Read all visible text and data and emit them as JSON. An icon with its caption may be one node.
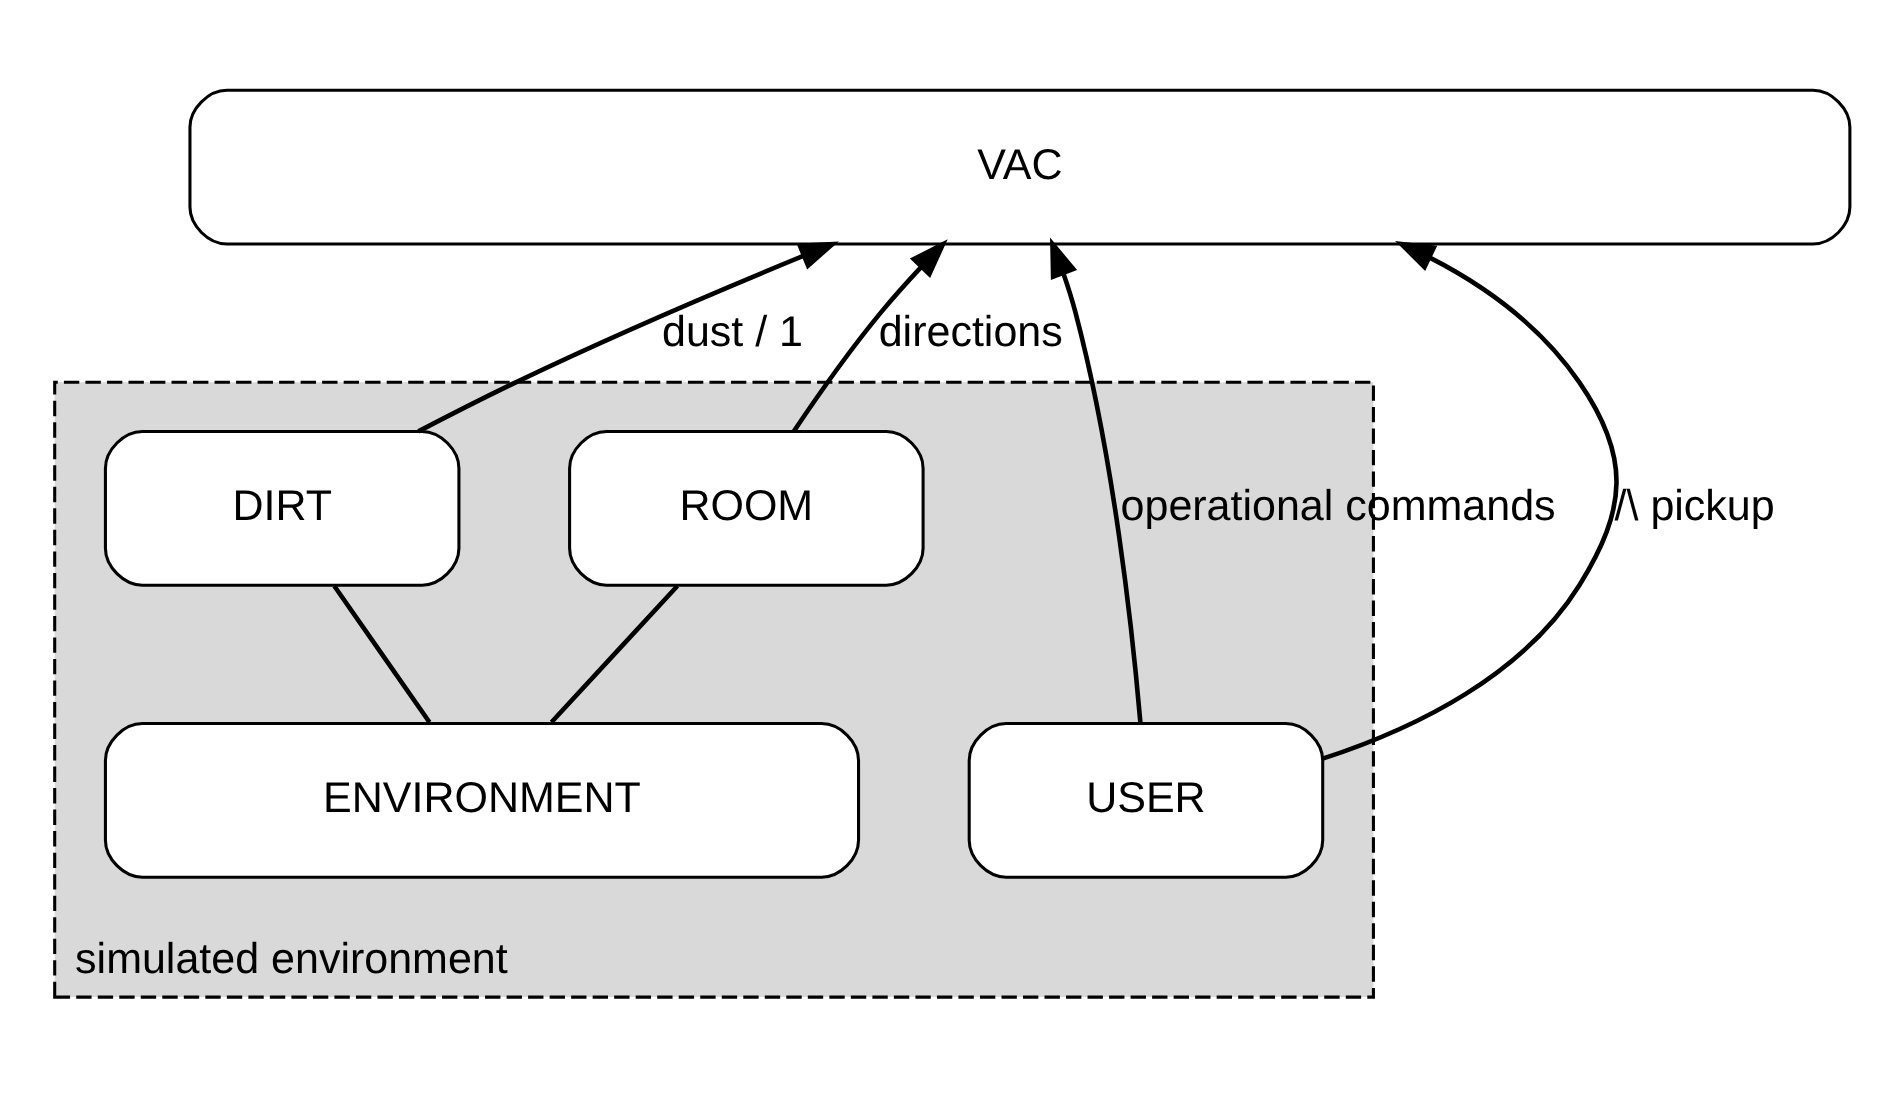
{
  "diagram": {
    "nodes": [
      {
        "text": [
          "VAC"
        ]
      },
      {
        "text": [
          "simulated environment"
        ]
      },
      {
        "text": [
          "USER"
        ],
        "in": 1
      },
      {
        "text": [
          "DIRT"
        ],
        "in": 1
      },
      {
        "text": [
          "ROOM"
        ],
        "in": 1
      },
      {
        "text": [
          "ENVIRONMENT"
        ],
        "in": 1
      }
    ],
    "edges": [
      {
        "from": 2,
        "to": 0,
        "arrow": "to",
        "label": "operational commands"
      },
      {
        "from": 2,
        "to": 0,
        "arrow": "to",
        "label": "/\\ pickup"
      },
      {
        "from": 3,
        "to": 0,
        "arrow": "to",
        "label": "dust / 1"
      },
      {
        "from": 4,
        "to": 0,
        "arrow": "to",
        "label": "directions"
      },
      {
        "from": 5,
        "to": 3,
        "arrow": "none"
      },
      {
        "from": 5,
        "to": 4,
        "arrow": "none"
      }
    ]
  }
}
